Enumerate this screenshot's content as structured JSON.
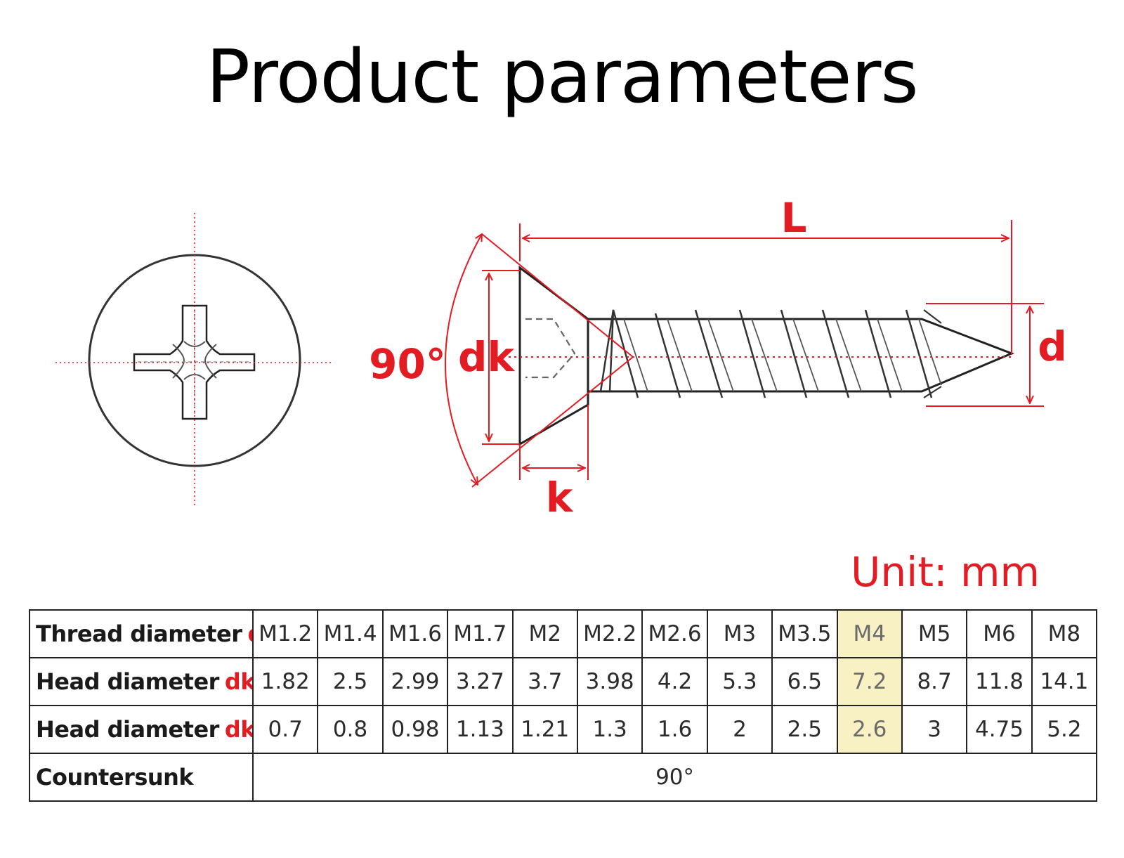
{
  "title": "Product parameters",
  "colors": {
    "accent": "#e31b23",
    "highlight": "#f7f1c4",
    "line": "#222222"
  },
  "diagram": {
    "labels": {
      "length": "L",
      "angle": "90°",
      "head_diameter": "dk",
      "head_height": "k",
      "thread_diameter": "d"
    }
  },
  "unit_label": "Unit: mm",
  "table": {
    "highlight_column": 9,
    "rows": [
      {
        "label": "Thread diameter",
        "symbol": "d",
        "values": [
          "M1.2",
          "M1.4",
          "M1.6",
          "M1.7",
          "M2",
          "M2.2",
          "M2.6",
          "M3",
          "M3.5",
          "M4",
          "M5",
          "M6",
          "M8"
        ]
      },
      {
        "label": "Head diameter",
        "symbol": "dk",
        "values": [
          "1.82",
          "2.5",
          "2.99",
          "3.27",
          "3.7",
          "3.98",
          "4.2",
          "5.3",
          "6.5",
          "7.2",
          "8.7",
          "11.8",
          "14.1"
        ]
      },
      {
        "label": "Head diameter",
        "symbol": "dk",
        "values": [
          "0.7",
          "0.8",
          "0.98",
          "1.13",
          "1.21",
          "1.3",
          "1.6",
          "2",
          "2.5",
          "2.6",
          "3",
          "4.75",
          "5.2"
        ]
      }
    ],
    "countersunk": {
      "label": "Countersunk",
      "value": "90°"
    }
  }
}
